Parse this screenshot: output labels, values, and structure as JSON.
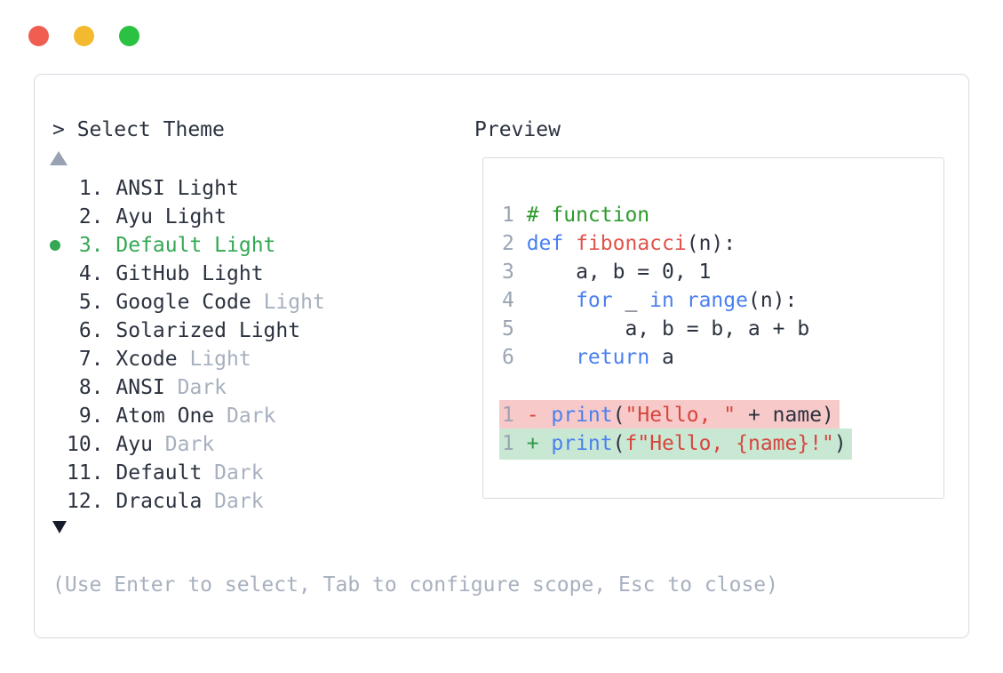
{
  "window": {
    "traffic_lights": [
      {
        "name": "close",
        "color": "#f25d51"
      },
      {
        "name": "minimize",
        "color": "#f3ba2f"
      },
      {
        "name": "maximize",
        "color": "#2bc143"
      }
    ]
  },
  "prompt": {
    "text": "> Select Theme"
  },
  "theme_list": {
    "scroll_up_indicator": "up-triangle",
    "scroll_down_indicator": "down-triangle",
    "items": [
      {
        "number": "1",
        "base": "ANSI Light",
        "suffix": "",
        "selected": false
      },
      {
        "number": "2",
        "base": "Ayu Light",
        "suffix": "",
        "selected": false
      },
      {
        "number": "3",
        "base": "Default Light",
        "suffix": "",
        "selected": true
      },
      {
        "number": "4",
        "base": "GitHub Light",
        "suffix": "",
        "selected": false
      },
      {
        "number": "5",
        "base": "Google Code",
        "suffix": "Light",
        "selected": false
      },
      {
        "number": "6",
        "base": "Solarized Light",
        "suffix": "",
        "selected": false
      },
      {
        "number": "7",
        "base": "Xcode",
        "suffix": "Light",
        "selected": false
      },
      {
        "number": "8",
        "base": "ANSI",
        "suffix": "Dark",
        "selected": false
      },
      {
        "number": "9",
        "base": "Atom One",
        "suffix": "Dark",
        "selected": false
      },
      {
        "number": "10",
        "base": "Ayu",
        "suffix": "Dark",
        "selected": false
      },
      {
        "number": "11",
        "base": "Default",
        "suffix": "Dark",
        "selected": false
      },
      {
        "number": "12",
        "base": "Dracula",
        "suffix": "Dark",
        "selected": false
      }
    ]
  },
  "preview": {
    "label": "Preview",
    "code_lines": [
      {
        "num": "1",
        "change": "",
        "tokens": [
          {
            "t": "# function",
            "c": "comment"
          }
        ]
      },
      {
        "num": "2",
        "change": "",
        "tokens": [
          {
            "t": "def",
            "c": "kw"
          },
          {
            "t": " ",
            "c": "plain"
          },
          {
            "t": "fibonacci",
            "c": "fn"
          },
          {
            "t": "(n):",
            "c": "plain"
          }
        ]
      },
      {
        "num": "3",
        "change": "",
        "tokens": [
          {
            "t": "    a, b = 0, 1",
            "c": "plain"
          }
        ]
      },
      {
        "num": "4",
        "change": "",
        "tokens": [
          {
            "t": "    ",
            "c": "plain"
          },
          {
            "t": "for",
            "c": "kw"
          },
          {
            "t": " _ ",
            "c": "plain"
          },
          {
            "t": "in",
            "c": "kw"
          },
          {
            "t": " ",
            "c": "plain"
          },
          {
            "t": "range",
            "c": "kw"
          },
          {
            "t": "(n):",
            "c": "plain"
          }
        ]
      },
      {
        "num": "5",
        "change": "",
        "tokens": [
          {
            "t": "        a, b = b, a + b",
            "c": "plain"
          }
        ]
      },
      {
        "num": "6",
        "change": "",
        "tokens": [
          {
            "t": "    ",
            "c": "plain"
          },
          {
            "t": "return",
            "c": "kw"
          },
          {
            "t": " a",
            "c": "plain"
          }
        ]
      },
      {
        "num": "",
        "change": "",
        "tokens": []
      },
      {
        "num": "1",
        "change": "removed",
        "tokens": [
          {
            "t": "- ",
            "c": "minus"
          },
          {
            "t": "print",
            "c": "kw"
          },
          {
            "t": "(",
            "c": "plain"
          },
          {
            "t": "\"Hello, \"",
            "c": "str"
          },
          {
            "t": " + name)",
            "c": "plain"
          }
        ]
      },
      {
        "num": "1",
        "change": "added",
        "tokens": [
          {
            "t": "+ ",
            "c": "plus"
          },
          {
            "t": "print",
            "c": "kw"
          },
          {
            "t": "(",
            "c": "plain"
          },
          {
            "t": "f\"Hello, {name}!\"",
            "c": "str"
          },
          {
            "t": ")",
            "c": "plain"
          }
        ]
      }
    ]
  },
  "footer": {
    "hint": "(Use Enter to select, Tab to configure scope, Esc to close)"
  },
  "colors": {
    "text_dark": "#2b323f",
    "text_muted": "#a7b0bf",
    "line_number": "#9aa4b3",
    "selected_green": "#34a853",
    "comment": "#2d9a2d",
    "keyword": "#4a80ee",
    "function_name": "#e0544c",
    "string": "#d6463e",
    "minus": "#d6453c",
    "plus": "#2d9748",
    "removed_bg": "#f8c9c9",
    "added_bg": "#c9e8d4",
    "border": "#d6dae2",
    "scroll_up": "#98a2b3",
    "scroll_down": "#161b29"
  }
}
